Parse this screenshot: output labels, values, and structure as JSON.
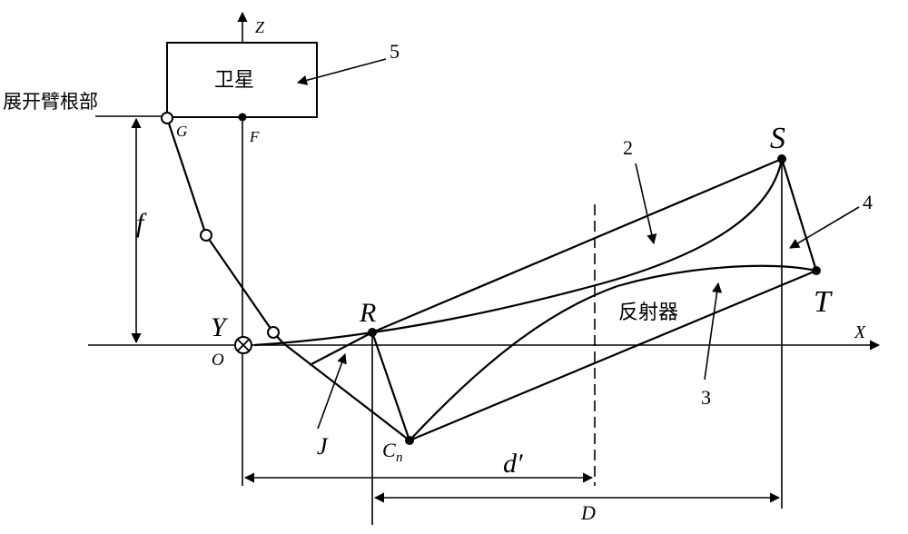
{
  "labels": {
    "satellite": "卫星",
    "root": "展开臂根部",
    "reflector": "反射器",
    "n2": "2",
    "n3": "3",
    "n4": "4",
    "n5": "5",
    "Z": "Z",
    "X": "X",
    "Y": "Y",
    "O": "O",
    "G": "G",
    "F": "F",
    "S": "S",
    "T": "T",
    "R": "R",
    "J": "J",
    "C": "C",
    "n_sub": "n",
    "f": "f",
    "d": "d′",
    "D": "D"
  }
}
